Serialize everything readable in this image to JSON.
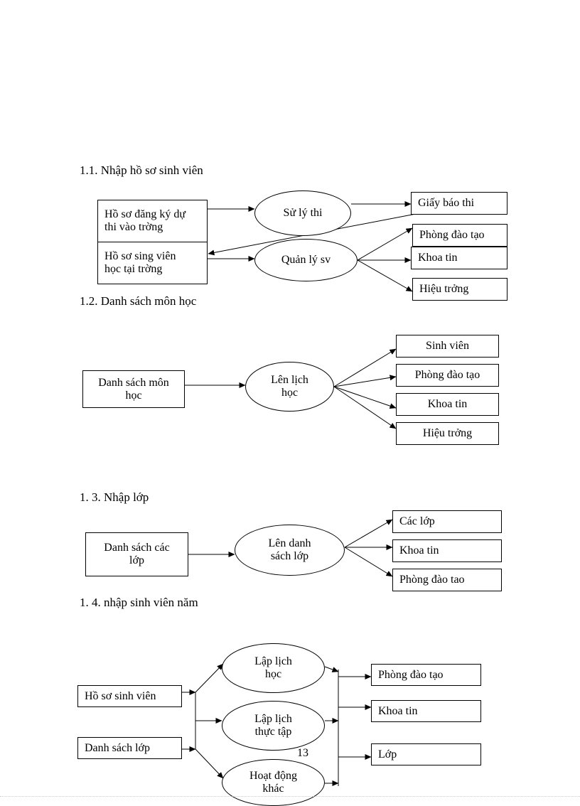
{
  "section1": {
    "heading": "1.1. Nhập hồ sơ sinh viên",
    "box_registration": "Hồ sơ đăng ký dự\nthi vào trờng",
    "box_student_records": "Hồ sơ sing viên\nhọc tại trờng",
    "oval_exam": "Sử lý thi",
    "oval_manage": "Quản lý sv",
    "out_exam_notice": "Giấy báo thi",
    "out_training_office": "Phòng đào tạo",
    "out_it_faculty": "Khoa tin",
    "out_principal": "Hiệu  trởng"
  },
  "section2": {
    "heading": "1.2. Danh sách môn học",
    "box_subjects": "Danh sách môn\nhọc",
    "oval_schedule": "Lên lịch\nhọc",
    "out_students": "Sinh viên",
    "out_training_office": "Phòng đào tạo",
    "out_it_faculty": "Khoa tin",
    "out_principal": "Hiệu trởng"
  },
  "section3": {
    "heading": "1. 3. Nhập lớp",
    "box_classes": "Danh sách các\nlớp",
    "oval_class_list": "Lên danh\nsách lớp",
    "out_classes": "Các lớp",
    "out_it_faculty": "Khoa tin",
    "out_training_office": "Phòng đào tao"
  },
  "section4": {
    "heading": "1. 4. nhập sinh viên năm",
    "box_student_records": "Hồ sơ sinh viên",
    "box_class_list": "Danh sách lớp",
    "oval_study_schedule": "Lập lịch\nhọc",
    "oval_internship_schedule": "Lập lịch\nthực tập",
    "oval_other_activities": "Hoạt động\nkhác",
    "out_training_office": "Phòng đào tạo",
    "out_it_faculty": "Khoa tin",
    "out_class": "Lớp"
  },
  "page_number": "13"
}
